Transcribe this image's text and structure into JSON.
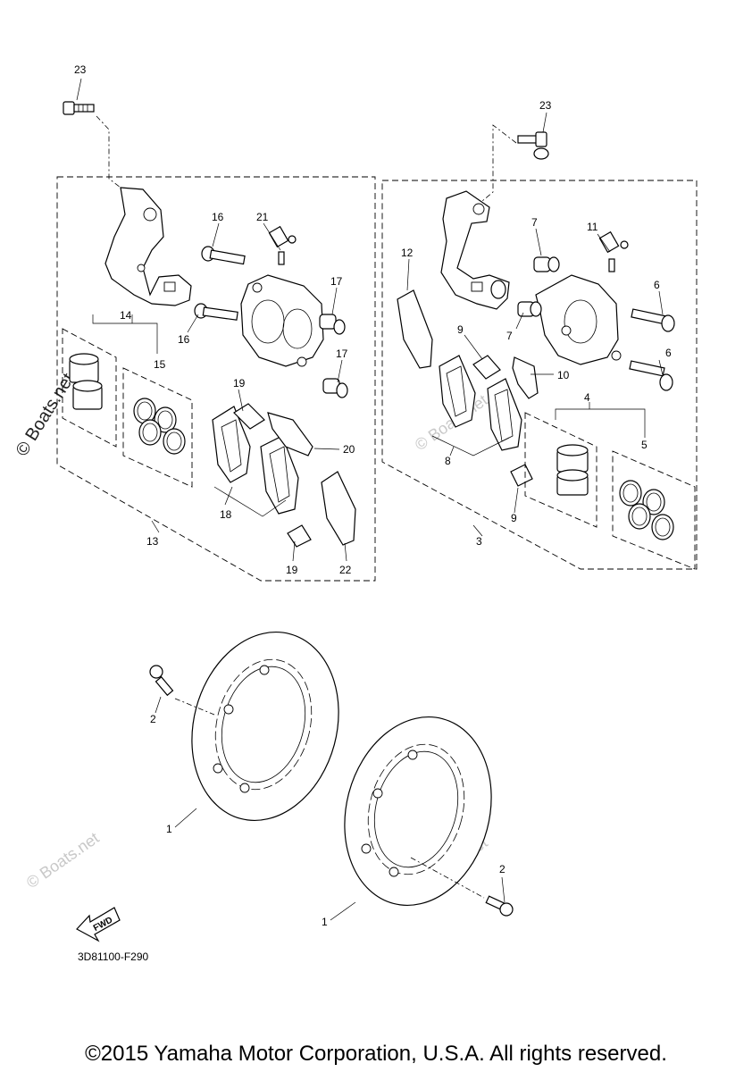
{
  "diagram": {
    "part_code": "3D81100-F290",
    "fwd_label": "FWD",
    "callouts": [
      {
        "id": "c23a",
        "text": "23"
      },
      {
        "id": "c23b",
        "text": "23"
      },
      {
        "id": "c16a",
        "text": "16"
      },
      {
        "id": "c16b",
        "text": "16"
      },
      {
        "id": "c21",
        "text": "21"
      },
      {
        "id": "c17a",
        "text": "17"
      },
      {
        "id": "c17b",
        "text": "17"
      },
      {
        "id": "c14",
        "text": "14"
      },
      {
        "id": "c15",
        "text": "15"
      },
      {
        "id": "c19a",
        "text": "19"
      },
      {
        "id": "c19b",
        "text": "19"
      },
      {
        "id": "c20",
        "text": "20"
      },
      {
        "id": "c18",
        "text": "18"
      },
      {
        "id": "c13",
        "text": "13"
      },
      {
        "id": "c22",
        "text": "22"
      },
      {
        "id": "c12",
        "text": "12"
      },
      {
        "id": "c7a",
        "text": "7"
      },
      {
        "id": "c7b",
        "text": "7"
      },
      {
        "id": "c11",
        "text": "11"
      },
      {
        "id": "c6a",
        "text": "6"
      },
      {
        "id": "c6b",
        "text": "6"
      },
      {
        "id": "c9a",
        "text": "9"
      },
      {
        "id": "c9b",
        "text": "9"
      },
      {
        "id": "c10",
        "text": "10"
      },
      {
        "id": "c4",
        "text": "4"
      },
      {
        "id": "c5",
        "text": "5"
      },
      {
        "id": "c8",
        "text": "8"
      },
      {
        "id": "c3",
        "text": "3"
      },
      {
        "id": "c2a",
        "text": "2"
      },
      {
        "id": "c2b",
        "text": "2"
      },
      {
        "id": "c1a",
        "text": "1"
      },
      {
        "id": "c1b",
        "text": "1"
      }
    ]
  },
  "watermark": {
    "main": "© Boats.net",
    "faint": "© Boats.net"
  },
  "footer": {
    "copyright": "©2015 Yamaha Motor Corporation, U.S.A. All rights reserved."
  }
}
